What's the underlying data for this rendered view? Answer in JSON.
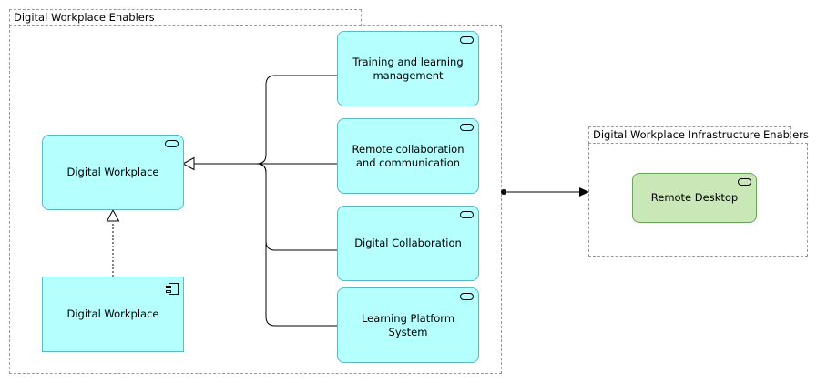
{
  "groups": {
    "enablers": {
      "label": "Digital Workplace Enablers"
    },
    "infrastructure": {
      "label": "Digital Workplace Infrastructure Enablers"
    }
  },
  "nodes": {
    "digital_workplace_service": {
      "label": "Digital Workplace",
      "kind": "service-icon"
    },
    "digital_workplace_component": {
      "label": "Digital Workplace",
      "kind": "component-icon"
    },
    "training": {
      "label": "Training and learning management",
      "kind": "service-icon"
    },
    "remote_collab": {
      "label": "Remote collaboration and communication",
      "kind": "service-icon"
    },
    "digital_collab": {
      "label": "Digital Collaboration",
      "kind": "service-icon"
    },
    "learning_platform": {
      "label": "Learning Platform System",
      "kind": "service-icon"
    },
    "remote_desktop": {
      "label": "Remote Desktop",
      "kind": "service-icon"
    }
  },
  "colors": {
    "application": "#b5ffff",
    "application_border": "#5cb7c4",
    "technology": "#c9e7b7",
    "technology_border": "#6aa35a",
    "group_border": "#9a9a9a"
  }
}
